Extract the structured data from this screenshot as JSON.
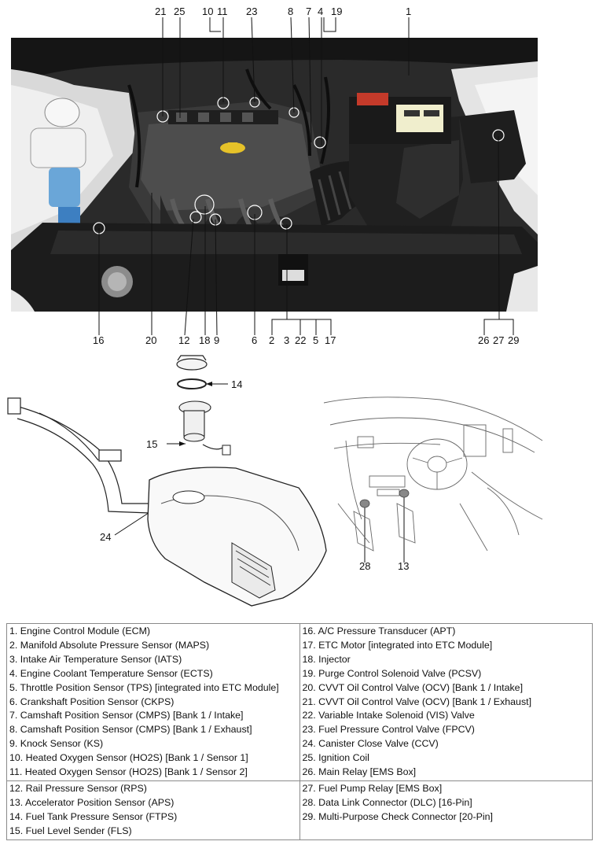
{
  "callouts_top": {
    "c21": "21",
    "c25": "25",
    "c10": "10",
    "c11": "11",
    "c23": "23",
    "c8": "8",
    "c7": "7",
    "c19": "19",
    "c1": "1"
  },
  "callouts_bottom": {
    "c16": "16",
    "c20": "20",
    "c12": "12",
    "c18": "18",
    "c9": "9",
    "c6": "6",
    "c2": "2",
    "c3": "3",
    "c22": "22",
    "c5": "5",
    "c17": "17",
    "c26": "26",
    "c27": "27",
    "c29": "29",
    "c4": "4"
  },
  "callouts_lower": {
    "c14": "14",
    "c15": "15",
    "c24": "24",
    "c28": "28",
    "c13": "13"
  },
  "legend": {
    "block1_left": [
      "1. Engine Control Module (ECM)",
      "2. Manifold Absolute Pressure Sensor (MAPS)",
      "3. Intake Air Temperature Sensor (IATS)",
      "4. Engine Coolant Temperature Sensor (ECTS)",
      "5. Throttle Position Sensor (TPS) [integrated into ETC Module]",
      "6. Crankshaft Position Sensor (CKPS)",
      "7. Camshaft Position Sensor (CMPS) [Bank 1 / Intake]",
      "8. Camshaft Position Sensor (CMPS) [Bank 1 / Exhaust]",
      "9. Knock Sensor (KS)",
      "10. Heated Oxygen Sensor (HO2S) [Bank 1 / Sensor 1]",
      "11. Heated Oxygen Sensor (HO2S) [Bank 1 / Sensor 2]"
    ],
    "block1_right": [
      "16. A/C Pressure Transducer (APT)",
      "17. ETC Motor [integrated into ETC Module]",
      "18. Injector",
      "19. Purge Control Solenoid Valve (PCSV)",
      "20. CVVT Oil Control Valve (OCV) [Bank 1 / Intake]",
      "21. CVVT Oil Control Valve (OCV) [Bank 1 / Exhaust]",
      "22. Variable Intake Solenoid (VIS) Valve",
      "23. Fuel Pressure Control Valve (FPCV)",
      "24. Canister Close Valve (CCV)",
      "25. Ignition Coil",
      "26. Main Relay [EMS Box]"
    ],
    "block2_left": [
      "12. Rail Pressure Sensor (RPS)",
      "13. Accelerator Position Sensor (APS)",
      "14. Fuel Tank Pressure Sensor (FTPS)",
      "15. Fuel Level Sender (FLS)"
    ],
    "block2_right": [
      "27. Fuel Pump Relay [EMS Box]",
      "28. Data Link Connector (DLC) [16-Pin]",
      "29. Multi-Purpose Check Connector [20-Pin]"
    ]
  }
}
